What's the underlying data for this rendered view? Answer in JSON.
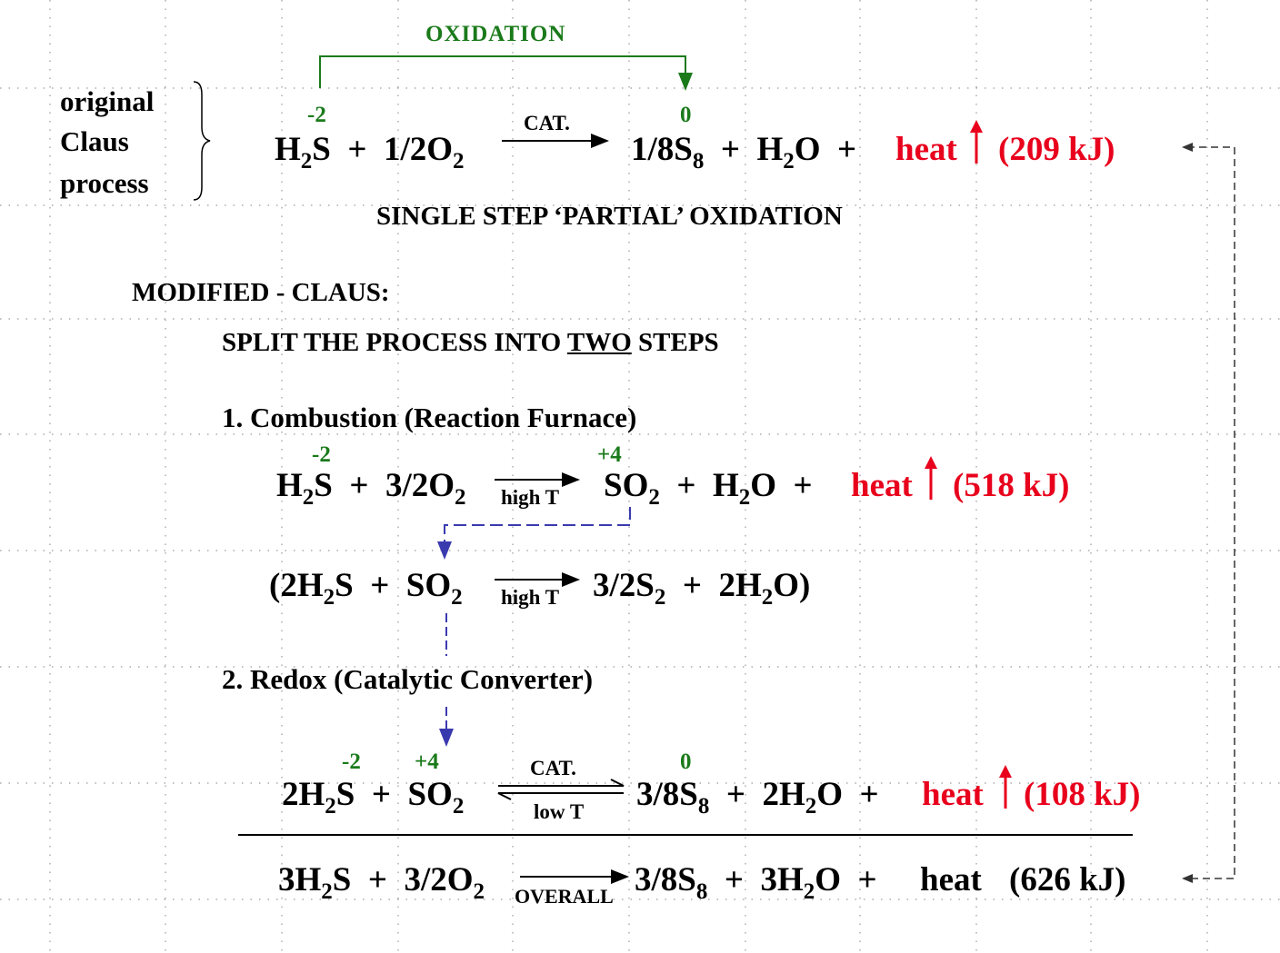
{
  "colors": {
    "oxidation": "#1a7a1a",
    "heat": "#e8001c",
    "dashed_link": "#3a3aaf",
    "grid": "#9a9a9a"
  },
  "top": {
    "oxidation_label": "OXIDATION",
    "side_label": [
      "original",
      "Claus",
      "process"
    ],
    "ox_left": "-2",
    "ox_right": "0",
    "arrow_label": "CAT.",
    "reactants": {
      "a1": "H",
      "a1s": "2",
      "a2": "S",
      "plus": "+",
      "b1": "1/2O",
      "b1s": "2"
    },
    "products": {
      "c1": "1/8S",
      "c1s": "8",
      "plus1": "+",
      "d1": "H",
      "d1s": "2",
      "d2": "O",
      "plus2": "+"
    },
    "heat": "heat",
    "heat_value": "(209 kJ)",
    "caption": "SINGLE STEP ‘PARTIAL’ OXIDATION"
  },
  "modified": {
    "title": "MODIFIED - CLAUS:",
    "split_pre": "SPLIT THE PROCESS INTO ",
    "split_two": "TWO",
    "split_post": " STEPS"
  },
  "step1": {
    "heading": "1.  Combustion (Reaction Furnace)",
    "ox_left": "-2",
    "ox_right": "+4",
    "arrow_label": "high T",
    "eq": {
      "a1": "H",
      "a1s": "2",
      "a2": "S",
      "plus": "+",
      "b1": "3/2O",
      "b1s": "2",
      "c1": "SO",
      "c1s": "2",
      "plus1": "+",
      "d1": "H",
      "d1s": "2",
      "d2": "O",
      "plus2": "+"
    },
    "heat": "heat",
    "heat_value": "(518 kJ)",
    "side_eq": {
      "a1": "(2H",
      "a1s": "2",
      "a2": "S",
      "plus": "+",
      "b1": "SO",
      "b1s": "2",
      "arrow_label": "high T",
      "c1": "3/2S",
      "c1s": "2",
      "plus1": "+",
      "d1": "2H",
      "d1s": "2",
      "d2": "O)"
    }
  },
  "step2": {
    "heading": "2.  Redox (Catalytic Converter)",
    "ox_left": "-2",
    "ox_mid": "+4",
    "ox_right": "0",
    "arrow_top": "CAT.",
    "arrow_bottom": "low T",
    "eq": {
      "a1": "2H",
      "a1s": "2",
      "a2": "S",
      "plus": "+",
      "b1": "SO",
      "b1s": "2",
      "c1": "3/8S",
      "c1s": "8",
      "plus1": "+",
      "d1": "2H",
      "d1s": "2",
      "d2": "O",
      "plus2": "+"
    },
    "heat": "heat",
    "heat_value": "(108 kJ)"
  },
  "overall": {
    "arrow_label": "OVERALL",
    "eq": {
      "a1": "3H",
      "a1s": "2",
      "a2": "S",
      "plus": "+",
      "b1": "3/2O",
      "b1s": "2",
      "c1": "3/8S",
      "c1s": "8",
      "plus1": "+",
      "d1": "3H",
      "d1s": "2",
      "d2": "O",
      "plus2": "+"
    },
    "heat": "heat",
    "heat_value": "(626 kJ)"
  }
}
